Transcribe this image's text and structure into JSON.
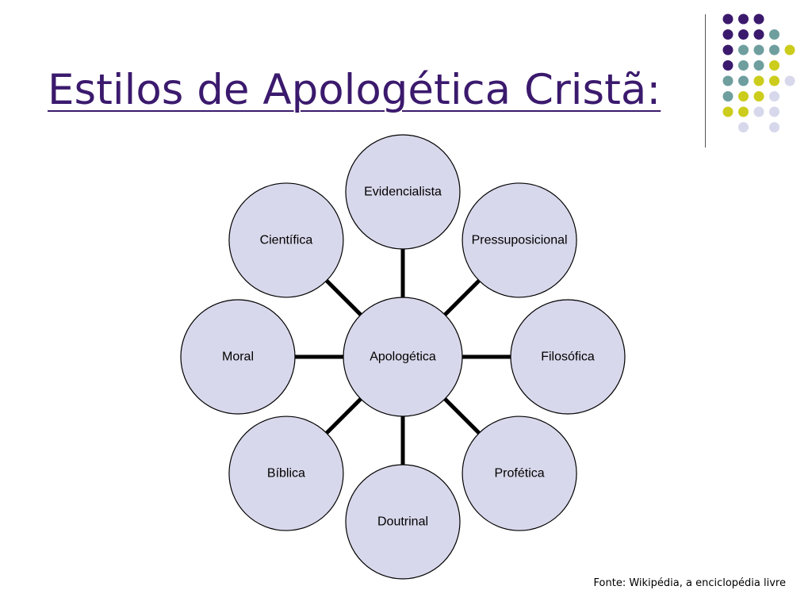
{
  "title": "Estilos de Apologética Cristã:",
  "source": "Fonte: Wikipédia, a enciclopédia livre",
  "colors": {
    "title": "#3b1a6d",
    "node_fill": "#d8d8ec",
    "node_stroke": "#000000",
    "connector": "#000000",
    "dot_purple": "#3b1a6d",
    "dot_teal": "#6f9e9e",
    "dot_yellow": "#cccc1c",
    "dot_lavender": "#d8d8ec"
  },
  "diagram": {
    "center": "Apologética",
    "nodes": [
      "Evidencialista",
      "Pressuposicional",
      "Filosófica",
      "Profética",
      "Doutrinal",
      "Bíblica",
      "Moral",
      "Científica"
    ]
  }
}
